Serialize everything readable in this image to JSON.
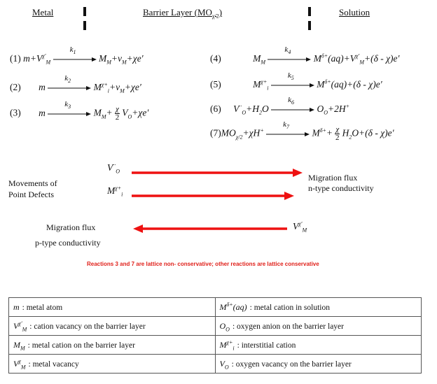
{
  "headers": {
    "metal": "Metal",
    "barrier": "Barrier Layer (MO",
    "barrier_sub": "χ/2",
    "barrier_close": ")",
    "solution": "Solution"
  },
  "reactions_left": [
    {
      "num": "(1)",
      "lhs": "m+V",
      "lhs_sup": "χ′",
      "lhs_sub": "M",
      "k": "k",
      "k_sub": "1",
      "rhs": "M",
      "rhs_sub": "M",
      "rhs2": "+v",
      "rhs2_sub": "M",
      "rhs3": "+χe′"
    },
    {
      "num": "(2)",
      "lhs": "m",
      "k": "k",
      "k_sub": "2",
      "rhs": "M",
      "rhs_sup": "χ+",
      "rhs_sub": "i",
      "rhs2": "+v",
      "rhs2_sub": "M",
      "rhs3": "+χe′"
    },
    {
      "num": "(3)",
      "lhs": "m",
      "k": "k",
      "k_sub": "3",
      "rhs": "M",
      "rhs_sub": "M",
      "frac_num": "χ",
      "frac_den": "2",
      "rhs2": "V",
      "rhs2_sub": "O",
      "rhs3": "+χe′"
    }
  ],
  "reactions_right": [
    {
      "num": "(4)",
      "lhs": "M",
      "lhs_sub": "M",
      "k": "k",
      "k_sub": "4",
      "rhs": "M",
      "rhs_sup": "δ+",
      "rhs2": "(aq)+V",
      "rhs2_sup": "χ′",
      "rhs2_sub": "M",
      "rhs3": "+(δ - χ)e′"
    },
    {
      "num": "(5)",
      "lhs": "M",
      "lhs_sup": "χ+",
      "lhs_sub": "i",
      "k": "k",
      "k_sub": "5",
      "rhs": "M",
      "rhs_sup": "δ+",
      "rhs2": "(aq)+(δ - χ)e′"
    },
    {
      "num": "(6)",
      "lhs": "V",
      "lhs_sup": "··",
      "lhs_sub": "O",
      "lhs2": "+H",
      "lhs2_sub": "2",
      "lhs3": "O",
      "k": "k",
      "k_sub": "6",
      "rhs": "O",
      "rhs_sub": "O",
      "rhs2": "+2H",
      "rhs2_sup": "+"
    },
    {
      "num": "(7)",
      "lhs": "MO",
      "lhs_sub": "χ/2",
      "lhs2": "+χH",
      "lhs2_sup": "+",
      "k": "k",
      "k_sub": "7",
      "rhs": "M",
      "rhs_sup": "δ+",
      "frac_num": "χ",
      "frac_den": "2",
      "rhs2": "H",
      "rhs2_sub": "2",
      "rhs3": "O+(δ - χ)e′"
    }
  ],
  "movements": {
    "label_line1": "Movements of",
    "label_line2": "Point Defects",
    "v_o": "V",
    "v_o_sup": "··",
    "v_o_sub": "O",
    "m_i": "M",
    "m_i_sup": "χ+",
    "m_i_sub": "i",
    "v_m": "V",
    "v_m_sup": "χ′",
    "v_m_sub": "M",
    "right_flux": "Migration flux",
    "n_type": "n-type conductivity",
    "left_flux": "Migration flux",
    "p_type": "p-type conductivity",
    "arrow_color": "#ee1111"
  },
  "note": "Reactions 3 and 7 are lattice non- conservative; other reactions are lattice conservative",
  "legend": [
    [
      {
        "sym": "m",
        "text": ": metal atom"
      },
      {
        "sym": "M",
        "sym_sup": "δ+",
        "sym_tail": "(aq)",
        "text": ": metal cation in solution"
      }
    ],
    [
      {
        "sym": "V",
        "sym_sup": "χ′",
        "sym_sub": "M",
        "text": ": cation vacancy on the barrier layer"
      },
      {
        "sym": "O",
        "sym_sub": "O",
        "text": ": oxygen anion on the barrier layer"
      }
    ],
    [
      {
        "sym": "M",
        "sym_sub": "M",
        "text": ": metal cation on the barrier layer"
      },
      {
        "sym": "M",
        "sym_sup": "χ+",
        "sym_sub": "i",
        "text": ": interstitial cation"
      }
    ],
    [
      {
        "sym": "V",
        "sym_sup": "χ",
        "sym_sub": "M",
        "text": ": metal vacancy"
      },
      {
        "sym": "V",
        "sym_sub": "O",
        "text": ": oxygen vacancy on the barrier layer"
      }
    ]
  ]
}
